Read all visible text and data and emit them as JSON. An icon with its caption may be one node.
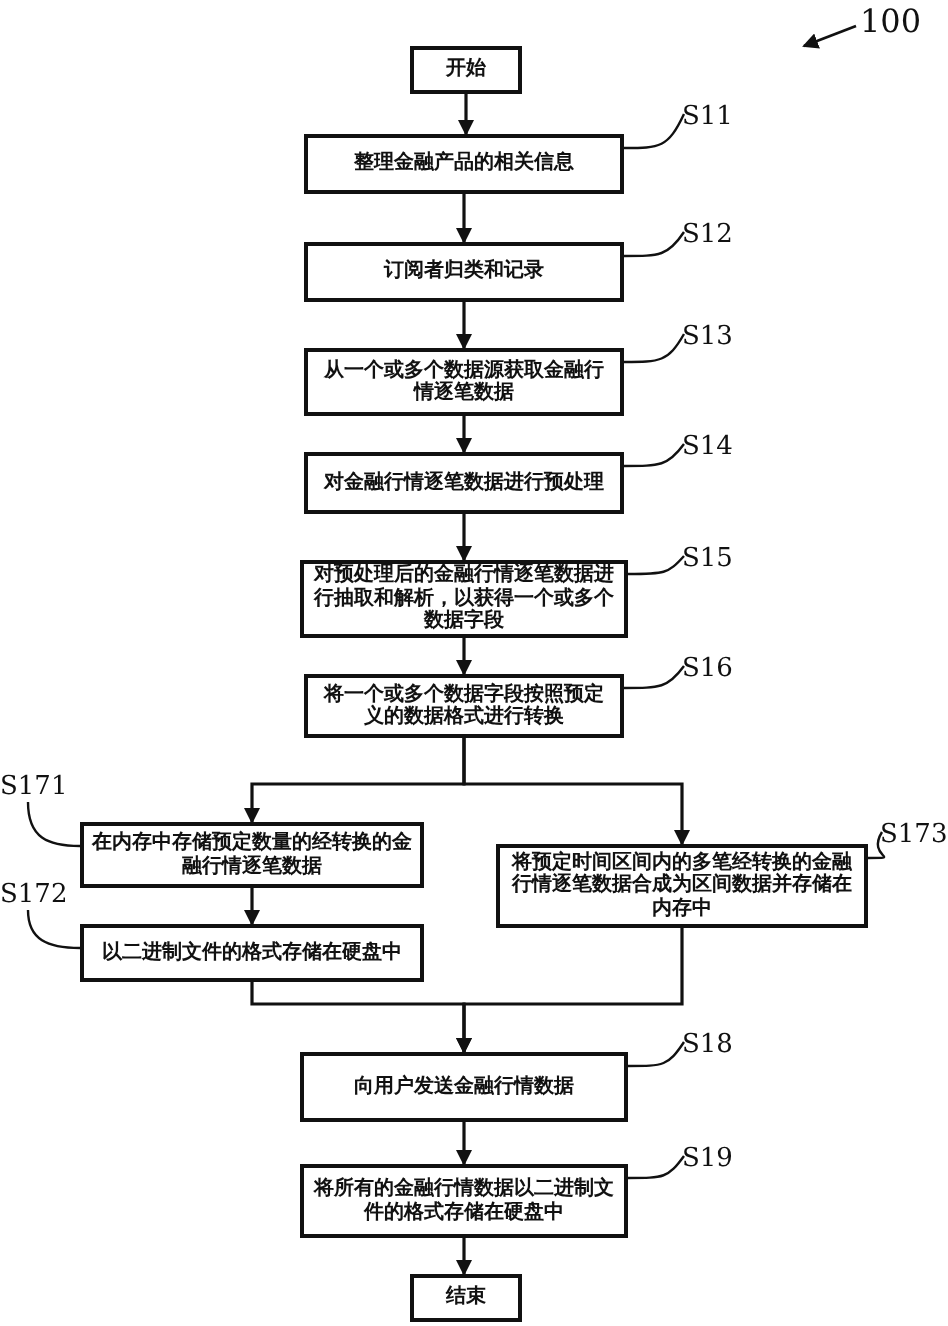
{
  "diagram": {
    "nodes": [
      {
        "text": [
          "开始"
        ]
      },
      {
        "text": [
          "整理金融产品的相关信息"
        ]
      },
      {
        "text": [
          "订阅者归类和记录"
        ]
      },
      {
        "text": [
          "从一个或多个数据源获取金融行情逐笔数据"
        ]
      },
      {
        "text": [
          "对金融行情逐笔数据进行预处理"
        ]
      },
      {
        "text": [
          "对预处理后的金融行情逐笔数据进行抽取和解析，以获得一个或多个数据字段"
        ]
      },
      {
        "text": [
          "将一个或多个数据字段按照预定义的数据格式进行转换"
        ]
      },
      {
        "text": [
          "在内存中存储预定数量的经转换的金融行情逐笔数据"
        ]
      },
      {
        "text": [
          "以二进制文件的格式存储在硬盘中"
        ]
      },
      {
        "text": [
          "将预定时间区间内的多笔经转换的金融行情逐笔数据合成为区间数据并存储在内存中"
        ]
      },
      {
        "text": [
          "向用户发送金融行情数据"
        ]
      },
      {
        "text": [
          "将所有的金融行情数据以二进制文件的格式存储在硬盘中"
        ]
      },
      {
        "text": [
          "结束"
        ]
      },
      {
        "text": [
          "S11"
        ]
      },
      {
        "text": [
          "S12"
        ]
      },
      {
        "text": [
          "S13"
        ]
      },
      {
        "text": [
          "S14"
        ]
      },
      {
        "text": [
          "S15"
        ]
      },
      {
        "text": [
          "S16"
        ]
      },
      {
        "text": [
          "S171"
        ]
      },
      {
        "text": [
          "S172"
        ]
      },
      {
        "text": [
          "S173"
        ]
      },
      {
        "text": [
          "S18"
        ]
      },
      {
        "text": [
          "S19"
        ]
      }
    ],
    "edges": [
      {
        "from": 0,
        "to": 1,
        "arrow": "to"
      },
      {
        "from": 1,
        "to": 2,
        "arrow": "to"
      },
      {
        "from": 2,
        "to": 3,
        "arrow": "to"
      },
      {
        "from": 3,
        "to": 4,
        "arrow": "to"
      },
      {
        "from": 4,
        "to": 5,
        "arrow": "to"
      },
      {
        "from": 5,
        "to": 6,
        "arrow": "to"
      },
      {
        "from": 6,
        "to": 7,
        "arrow": "to"
      },
      {
        "from": 6,
        "to": 9,
        "arrow": "to"
      },
      {
        "from": 7,
        "to": 8,
        "arrow": "to"
      },
      {
        "from": 8,
        "to": 10,
        "arrow": "to"
      },
      {
        "from": 9,
        "to": 10,
        "arrow": "to"
      },
      {
        "from": 10,
        "to": 11,
        "arrow": "to"
      },
      {
        "from": 11,
        "to": 12,
        "arrow": "to"
      },
      {
        "from": 13,
        "to": 1,
        "arrow": "none"
      },
      {
        "from": 14,
        "to": 2,
        "arrow": "none"
      },
      {
        "from": 15,
        "to": 3,
        "arrow": "none"
      },
      {
        "from": 16,
        "to": 4,
        "arrow": "none"
      },
      {
        "from": 17,
        "to": 5,
        "arrow": "none"
      },
      {
        "from": 18,
        "to": 6,
        "arrow": "none"
      },
      {
        "from": 19,
        "to": 7,
        "arrow": "none"
      },
      {
        "from": 20,
        "to": 8,
        "arrow": "none"
      },
      {
        "from": 21,
        "to": 9,
        "arrow": "none"
      },
      {
        "from": 22,
        "to": 10,
        "arrow": "none"
      },
      {
        "from": 23,
        "to": 11,
        "arrow": "none"
      }
    ],
    "labels": [
      "100"
    ]
  }
}
